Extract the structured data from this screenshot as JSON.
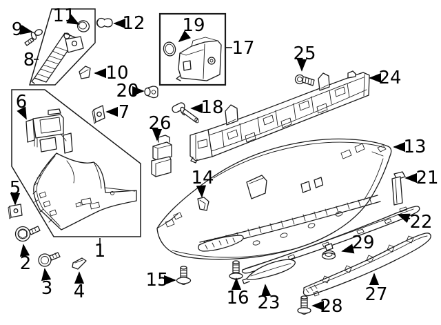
{
  "diagram": {
    "colors": {
      "background": "#ffffff",
      "line": "#1a1a1a",
      "label": "#000000"
    },
    "callouts": [
      {
        "num": "1"
      },
      {
        "num": "2"
      },
      {
        "num": "3"
      },
      {
        "num": "4"
      },
      {
        "num": "5"
      },
      {
        "num": "6"
      },
      {
        "num": "7"
      },
      {
        "num": "8"
      },
      {
        "num": "9"
      },
      {
        "num": "10"
      },
      {
        "num": "11"
      },
      {
        "num": "12"
      },
      {
        "num": "13"
      },
      {
        "num": "14"
      },
      {
        "num": "15"
      },
      {
        "num": "16"
      },
      {
        "num": "17"
      },
      {
        "num": "18"
      },
      {
        "num": "19"
      },
      {
        "num": "20"
      },
      {
        "num": "21"
      },
      {
        "num": "22"
      },
      {
        "num": "23"
      },
      {
        "num": "24"
      },
      {
        "num": "25"
      },
      {
        "num": "26"
      },
      {
        "num": "27"
      },
      {
        "num": "28"
      },
      {
        "num": "29"
      }
    ]
  }
}
